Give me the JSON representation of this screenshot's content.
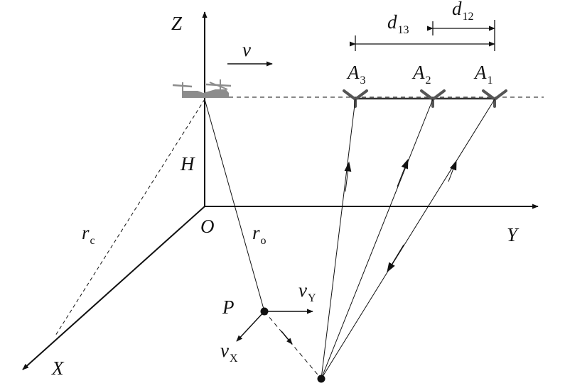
{
  "labels": {
    "z": "Z",
    "y": "Y",
    "x": "X",
    "origin": "O",
    "height": "H",
    "velocity": "v",
    "r_c": {
      "base": "r",
      "sub": "c"
    },
    "r_o": {
      "base": "r",
      "sub": "o"
    },
    "point": "P",
    "v_y": {
      "base": "v",
      "sub": "Y"
    },
    "v_x": {
      "base": "v",
      "sub": "X"
    },
    "d13": {
      "base": "d",
      "sub": "13"
    },
    "d12": {
      "base": "d",
      "sub": "12"
    },
    "a3": {
      "base": "A",
      "sub": "3"
    },
    "a2": {
      "base": "A",
      "sub": "2"
    },
    "a1": {
      "base": "A",
      "sub": "1"
    }
  },
  "colors": {
    "line": "#111111",
    "antenna": "#555555",
    "helicopter": "#8c8c8c"
  },
  "icons": {
    "helicopter": "helicopter-icon",
    "antenna": "antenna-icon"
  }
}
